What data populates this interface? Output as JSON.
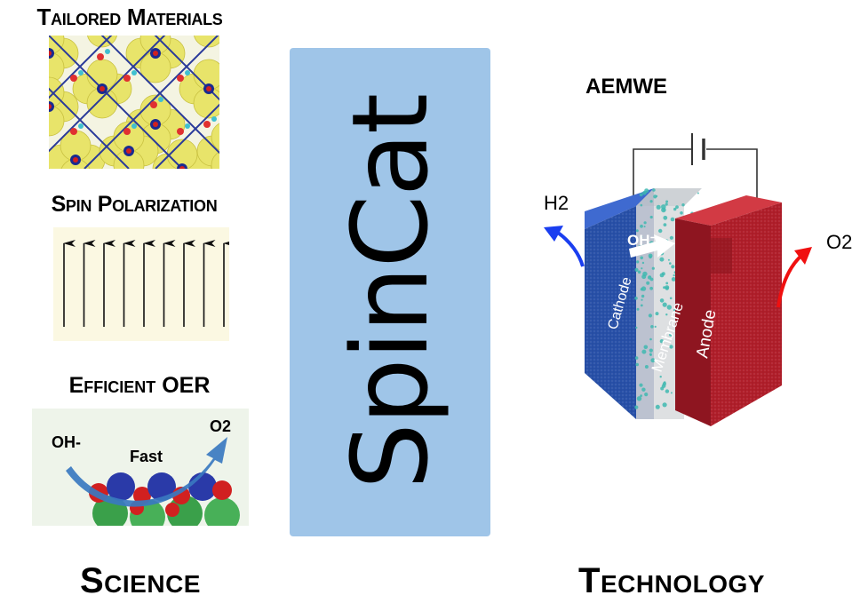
{
  "science": {
    "title": "Science",
    "sections": [
      {
        "heading": "Tailored Materials"
      },
      {
        "heading": "Spin Polarization"
      },
      {
        "heading": "Efficient OER",
        "labels": {
          "reactant": "OH-",
          "rate": "Fast",
          "product": "O2"
        }
      }
    ]
  },
  "center": {
    "brand": "SpinCat"
  },
  "technology": {
    "title": "Technology",
    "device_title": "AEMWE",
    "labels": {
      "h2": "H2",
      "o2": "O2",
      "ion": "OH⁻",
      "cathode": "Cathode",
      "membrane": "Membrane",
      "anode": "Anode"
    }
  },
  "colors": {
    "spincat_box": "#9fc5e8",
    "cathode": "#2850a8",
    "anode": "#b01e2a",
    "h2_arrow": "#1a3ef0",
    "o2_arrow": "#f01010"
  }
}
